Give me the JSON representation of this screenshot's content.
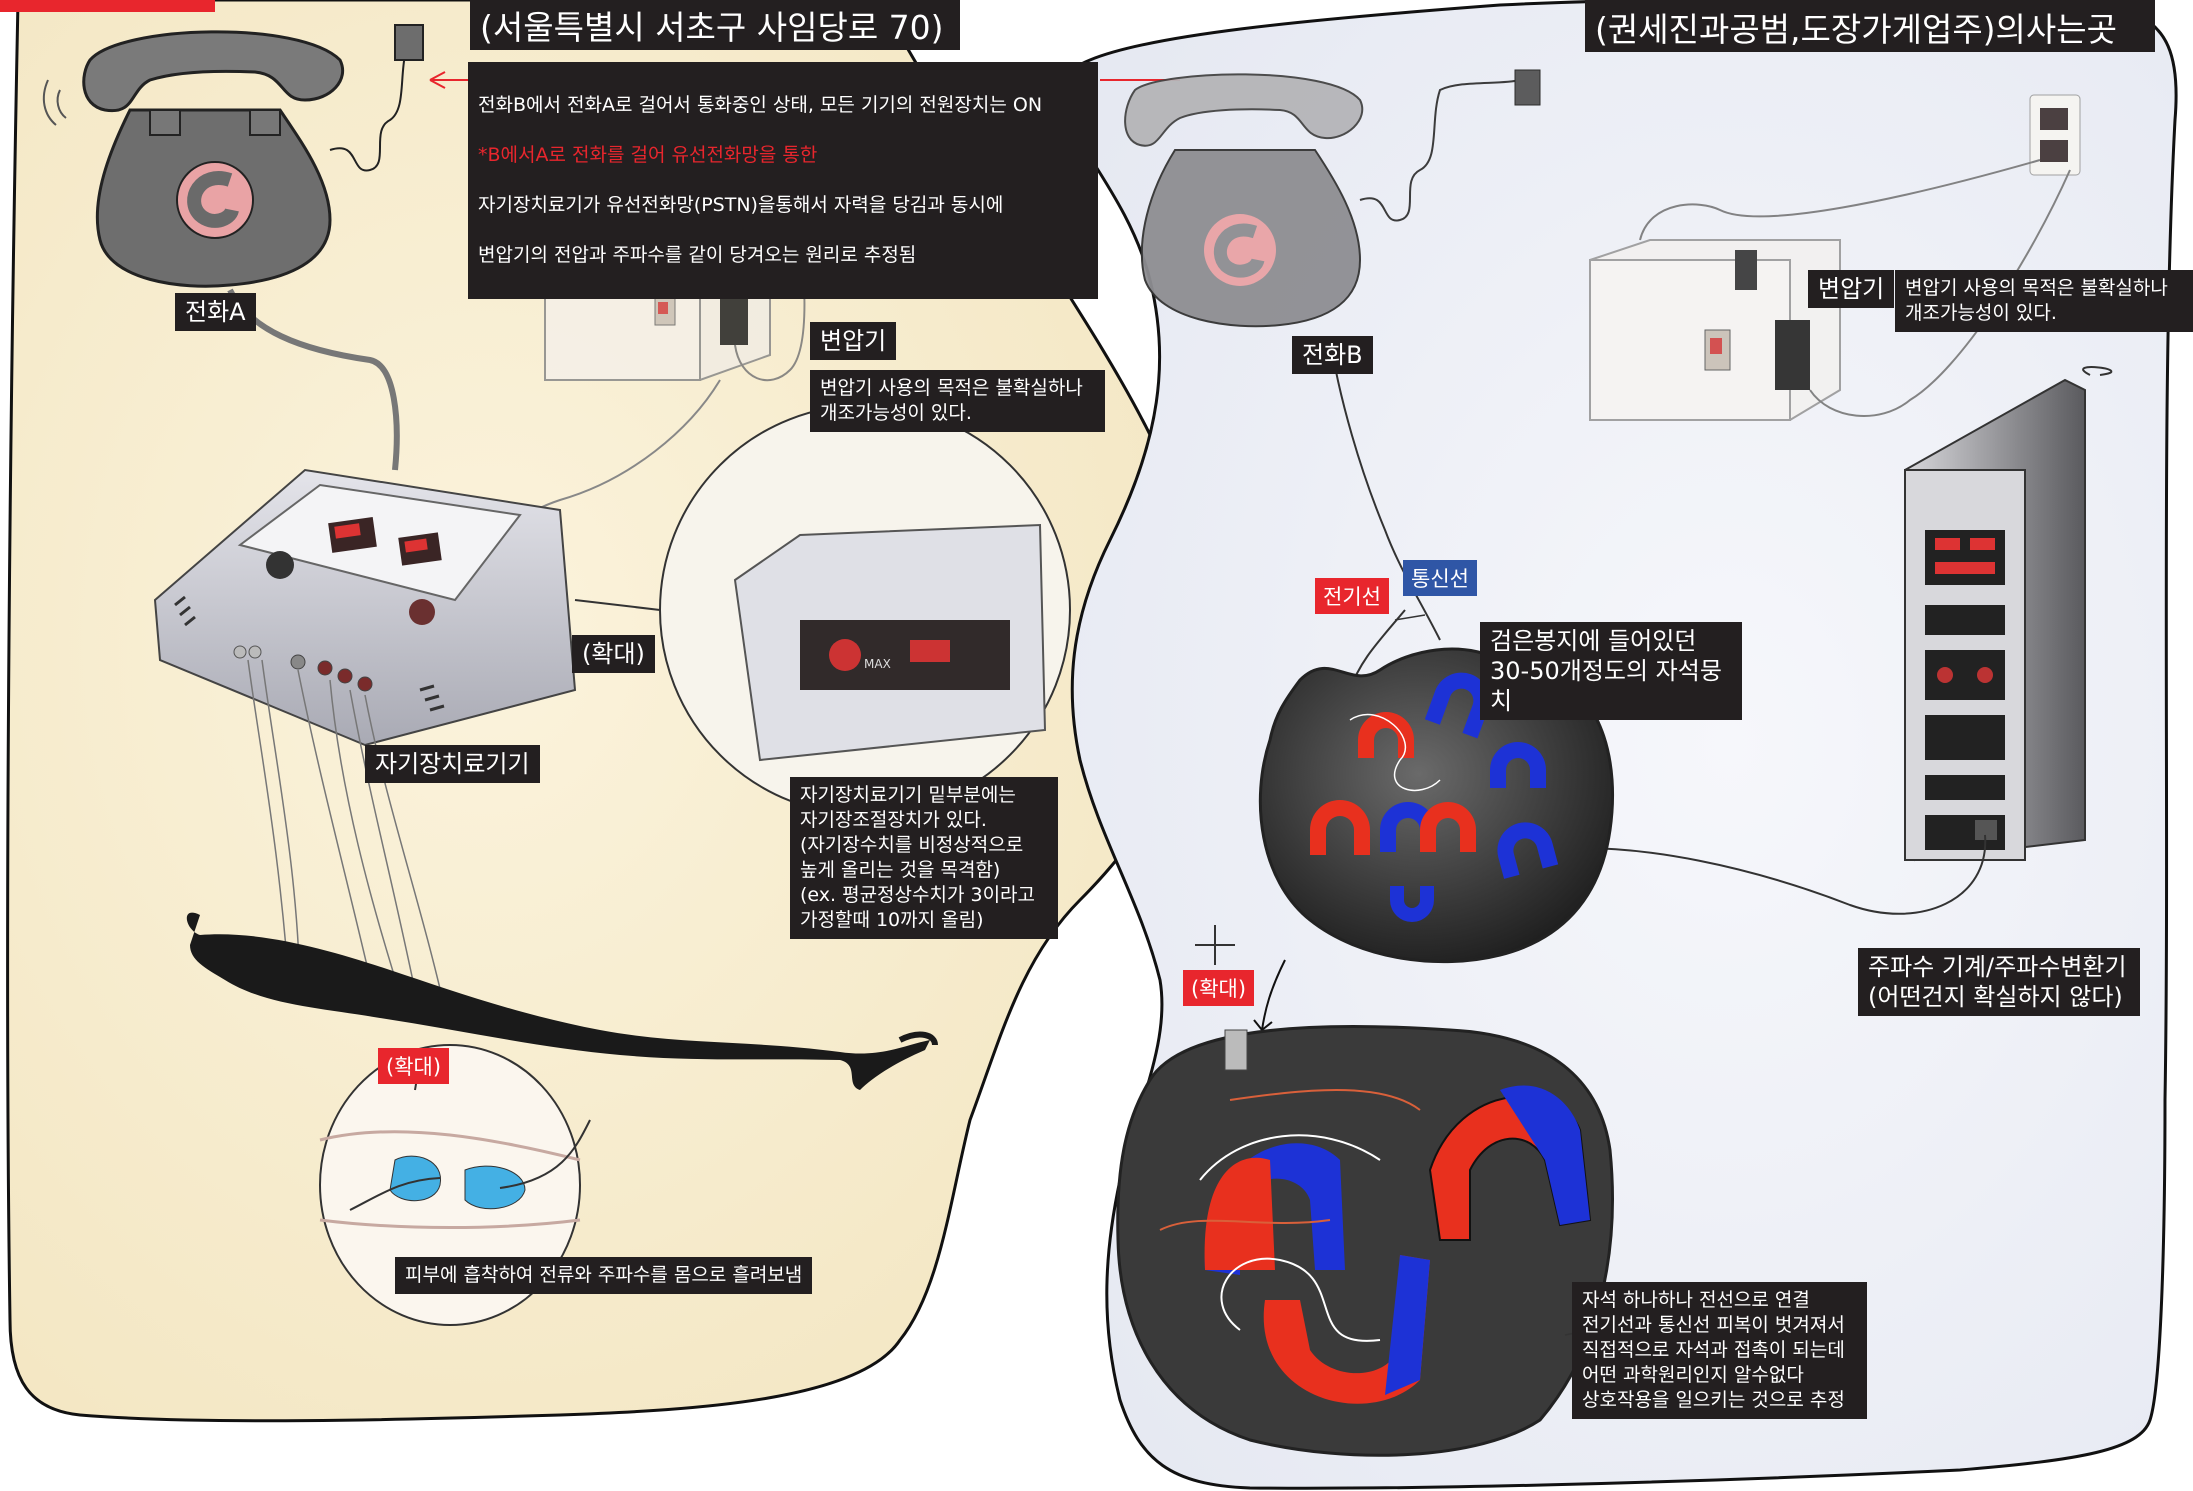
{
  "colors": {
    "regionA": "#f7eed2",
    "regionB": "#eef0f6",
    "label_bg": "#231f20",
    "accent_red": "#e8262d",
    "accent_blue": "#2f56a6",
    "magnet_red": "#e8301e",
    "magnet_blue": "#1d32d6"
  },
  "header": {
    "a_address": "(서울특별시 서초구 사임당로 70)",
    "b_people": "(권세진과공범,도장가게업주)의사는곳"
  },
  "top_note": {
    "line1": "전화B에서 전화A로 걸어서 통화중인 상태, 모든 기기의 전원장치는 ON",
    "line2": "*B에서A로 전화를 걸어 유선전화망을 통한",
    "line3": "자기장치료기가 유선전화망(PSTN)을통해서 자력을 당김과 동시에",
    "line4": "변압기의 전압과 주파수를 같이 당겨오는 원리로 추정됨"
  },
  "left": {
    "phone_a": "전화A",
    "transformer": "변압기",
    "transformer_note": "변압기 사용의 목적은 불확실하나\n개조가능성이 있다.",
    "zoom1": "(확대)",
    "device": "자기장치료기기",
    "device_note": "자기장치료기기 밑부분에는\n자기장조절장치가 있다.\n(자기장수치를 비정상적으로\n높게 올리는 것을 목격함)\n(ex. 평균정상수치가 3이라고\n 가정할때 10까지 올림)",
    "max_dial": "MAX",
    "zoom2": "(확대)",
    "skin_note": "피부에 흡착하여 전류와 주파수를 몸으로 흘려보냄"
  },
  "right": {
    "phone_b": "전화B",
    "transformer": "변압기",
    "transformer_note": "변압기 사용의 목적은 불확실하나\n개조가능성이 있다.",
    "power_wire": "전기선",
    "comm_wire": "통신선",
    "magnet_bag": "검은봉지에 들어있던\n30-50개정도의 자석뭉치",
    "zoom": "(확대)",
    "freq_machine": "주파수 기계/주파수변환기\n(어떤건지 확실하지 않다)",
    "magnet_note": "자석 하나하나 전선으로 연결\n전기선과 통신선 피복이 벗겨져서\n직접적으로 자석과 접촉이 되는데\n어떤 과학원리인지 알수없다\n상호작용을 일으키는 것으로 추정"
  }
}
